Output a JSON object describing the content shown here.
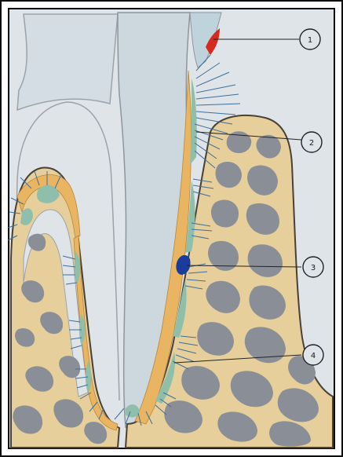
{
  "figure": {
    "callouts": [
      {
        "id": "1",
        "text": "1"
      },
      {
        "id": "2",
        "text": "2"
      },
      {
        "id": "3",
        "text": "3"
      },
      {
        "id": "4",
        "text": "4"
      }
    ]
  },
  "colors": {
    "frame": "#0a0a0a",
    "background": "#dfe4e8",
    "tooth": "#cdd7de",
    "tooth_outline": "#8e969c",
    "bone": "#e6cf9a",
    "bone_outline": "#4a4036",
    "marrow": "#8a8f97",
    "cementum": "#e9b562",
    "ligament": "#8fbfab",
    "fibers": "#3d6f9a",
    "red_mark": "#d62a1e",
    "blue_mark": "#1a3c9c",
    "callout_line": "#222222"
  }
}
